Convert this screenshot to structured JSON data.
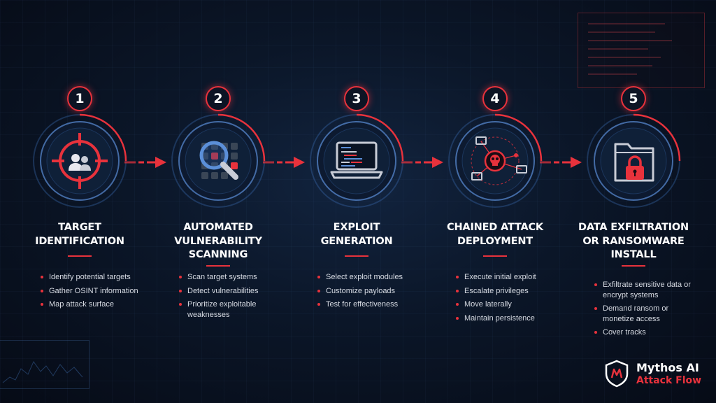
{
  "steps": [
    {
      "number": "1",
      "title": "TARGET\nIDENTIFICATION",
      "icon": "crosshair-target-icon",
      "bullets": [
        "Identify potential targets",
        "Gather OSINT information",
        "Map attack surface"
      ]
    },
    {
      "number": "2",
      "title": "AUTOMATED\nVULNERABILITY\nSCANNING",
      "icon": "magnifier-scan-icon",
      "bullets": [
        "Scan target systems",
        "Detect vulnerabilities",
        "Prioritize exploitable weaknesses"
      ]
    },
    {
      "number": "3",
      "title": "EXPLOIT\nGENERATION",
      "icon": "laptop-code-icon",
      "bullets": [
        "Select exploit modules",
        "Customize payloads",
        "Test for effectiveness"
      ]
    },
    {
      "number": "4",
      "title": "CHAINED ATTACK\nDEPLOYMENT",
      "icon": "skull-network-icon",
      "bullets": [
        "Execute initial exploit",
        "Escalate privileges",
        "Move laterally",
        "Maintain persistence"
      ]
    },
    {
      "number": "5",
      "title": "DATA EXFILTRATION\nOR RANSOMWARE\nINSTALL",
      "icon": "locked-folder-icon",
      "bullets": [
        "Exfiltrate sensitive data or encrypt systems",
        "Demand ransom or monetize access",
        "Cover tracks"
      ]
    }
  ],
  "brand": {
    "name": "Mythos AI",
    "subtitle": "Attack Flow",
    "icon": "shield-logo-icon"
  },
  "colors": {
    "accent": "#e8323c",
    "ring": "#3d6fb8",
    "background": "#0b1628",
    "text": "#ffffff",
    "bullet_text": "#d6dae2"
  }
}
